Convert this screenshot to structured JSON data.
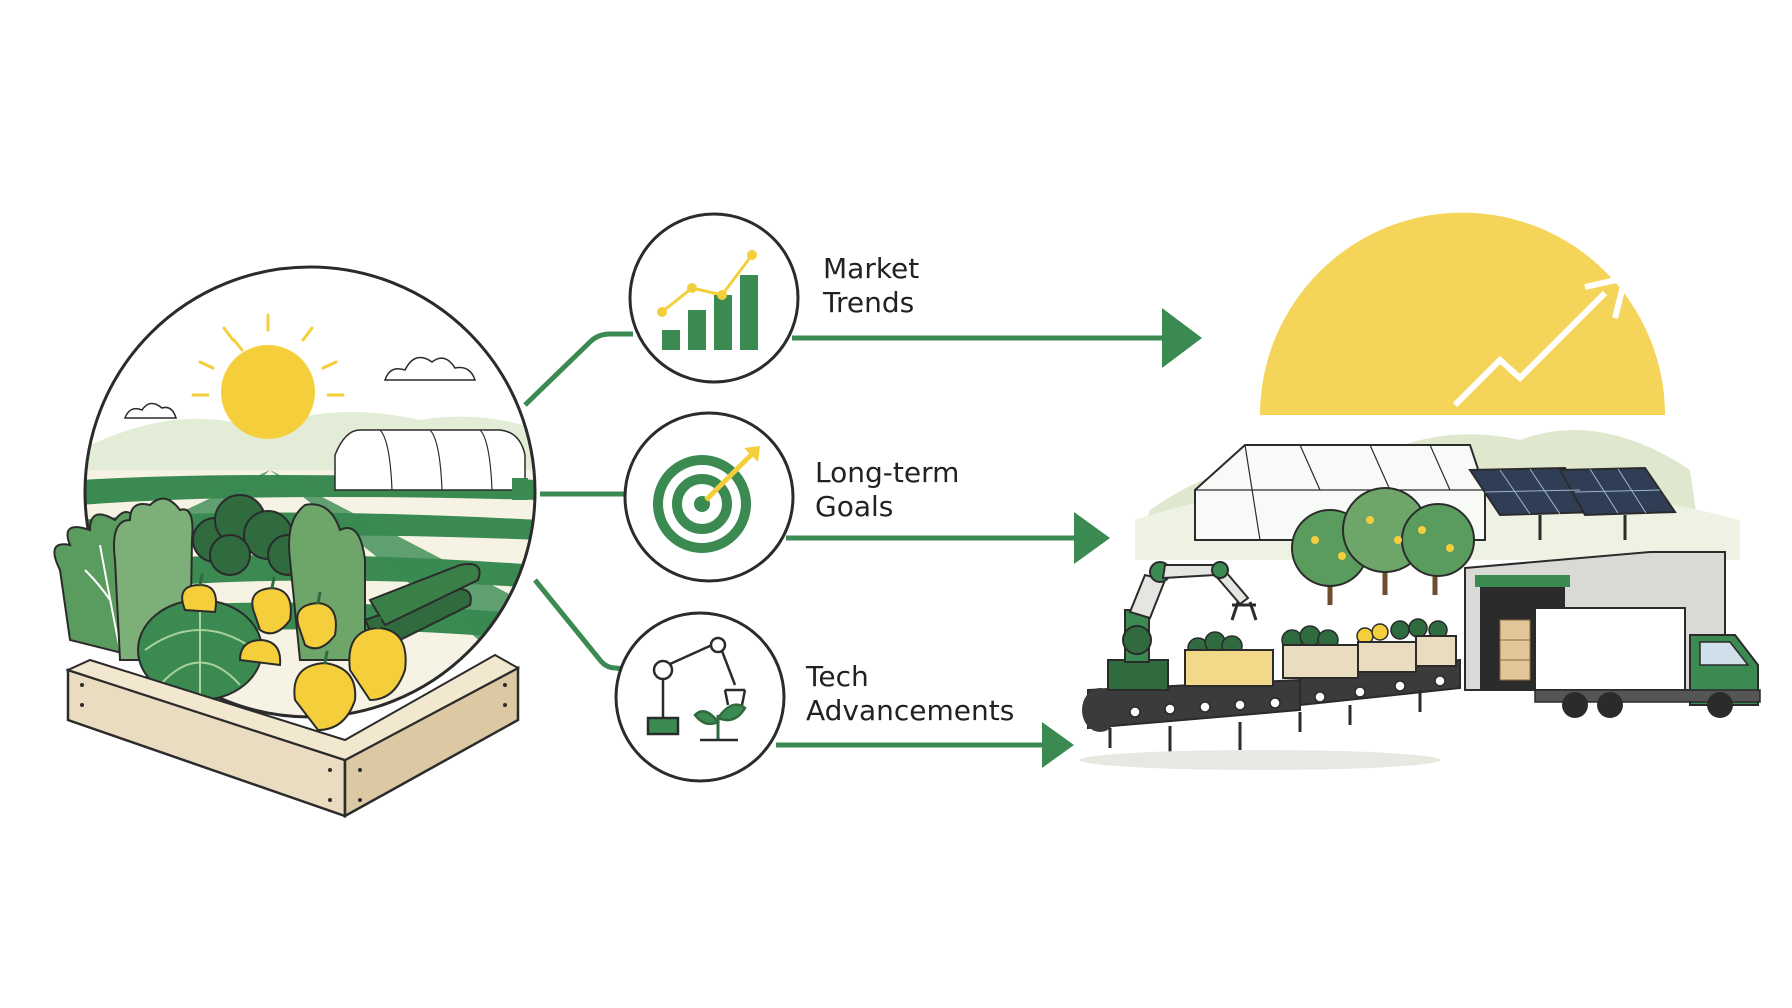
{
  "colors": {
    "green": "#3a8a52",
    "dark_green": "#2f6b3e",
    "light_green": "#cfe0bf",
    "yellow": "#f5cf3b",
    "outline": "#2b2b2b",
    "crate": "#e9dcc0"
  },
  "drivers": [
    {
      "label_lines": [
        "Market",
        "Trends"
      ],
      "icon": "bar-chart-trend-icon"
    },
    {
      "label_lines": [
        "Long-term",
        "Goals"
      ],
      "icon": "target-arrow-icon"
    },
    {
      "label_lines": [
        "Tech",
        "Advancements"
      ],
      "icon": "robot-arm-sprout-icon"
    }
  ],
  "source_illustration": "farm-field-vegetable-crate",
  "outcome_illustration": "automated-farm-facility"
}
